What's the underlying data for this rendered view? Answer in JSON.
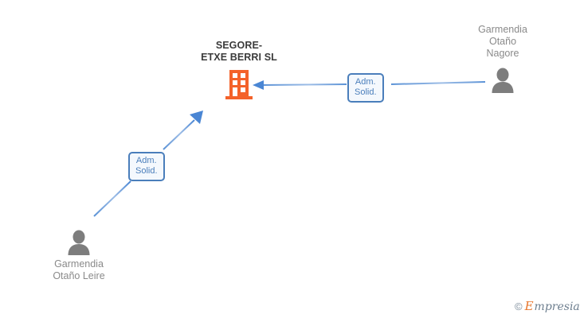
{
  "diagram": {
    "background_color": "#ffffff",
    "company": {
      "name": "SEGORE-\nETXE BERRI SL",
      "icon": "building-icon",
      "icon_color": "#f4622a",
      "text_color": "#3b3b3b"
    },
    "people": [
      {
        "id": "person-right",
        "name": "Garmendia\nOtaño\nNagore",
        "icon": "person-icon",
        "icon_color": "#808080",
        "text_color": "#8a8a8a",
        "label_position": "above"
      },
      {
        "id": "person-left",
        "name": "Garmendia\nOtaño Leire",
        "icon": "person-icon",
        "icon_color": "#808080",
        "text_color": "#8a8a8a",
        "label_position": "below"
      }
    ],
    "edges": [
      {
        "id": "edge-right",
        "label": "Adm.\nSolid.",
        "from": "person-right",
        "to": "company",
        "color": "#4a7ebb",
        "arrow": "left"
      },
      {
        "id": "edge-left",
        "label": "Adm.\nSolid.",
        "from": "person-left",
        "to": "company",
        "color": "#4a7ebb",
        "arrow": "up-right"
      }
    ],
    "watermark": {
      "copyright": "©",
      "brand_initial": "E",
      "brand_rest": "mpresia",
      "initial_color": "#e8762c",
      "rest_color": "#6e7f8f"
    }
  }
}
